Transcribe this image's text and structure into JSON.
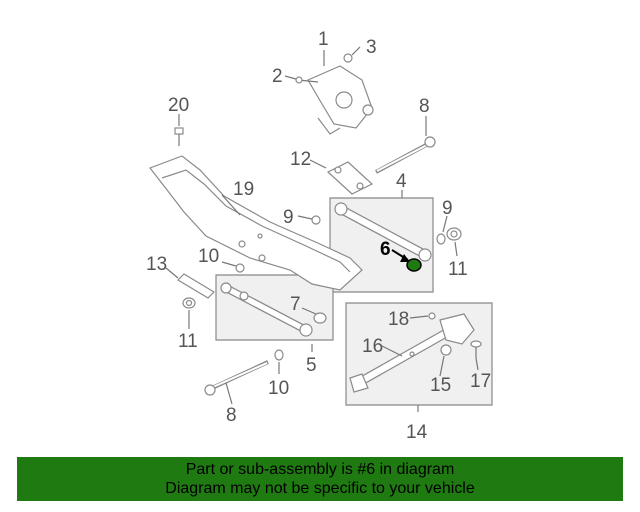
{
  "colors": {
    "banner_bg": "#1f7a12",
    "highlight": "#1f7a12",
    "line": "#8a8a8a",
    "label": "#555555"
  },
  "banner": {
    "line1": "Part or sub-assembly is #6 in diagram",
    "line2": "Diagram may not be specific to your vehicle"
  },
  "callouts": {
    "c1": "1",
    "c2": "2",
    "c3": "3",
    "c4": "4",
    "c5": "5",
    "c6": "6",
    "c7": "7",
    "c8a": "8",
    "c8b": "8",
    "c9a": "9",
    "c9b": "9",
    "c10a": "10",
    "c10b": "10",
    "c11a": "11",
    "c11b": "11",
    "c12": "12",
    "c13": "13",
    "c14": "14",
    "c15": "15",
    "c16": "16",
    "c17": "17",
    "c18": "18",
    "c19": "19",
    "c20": "20"
  },
  "highlighted_part": "6"
}
